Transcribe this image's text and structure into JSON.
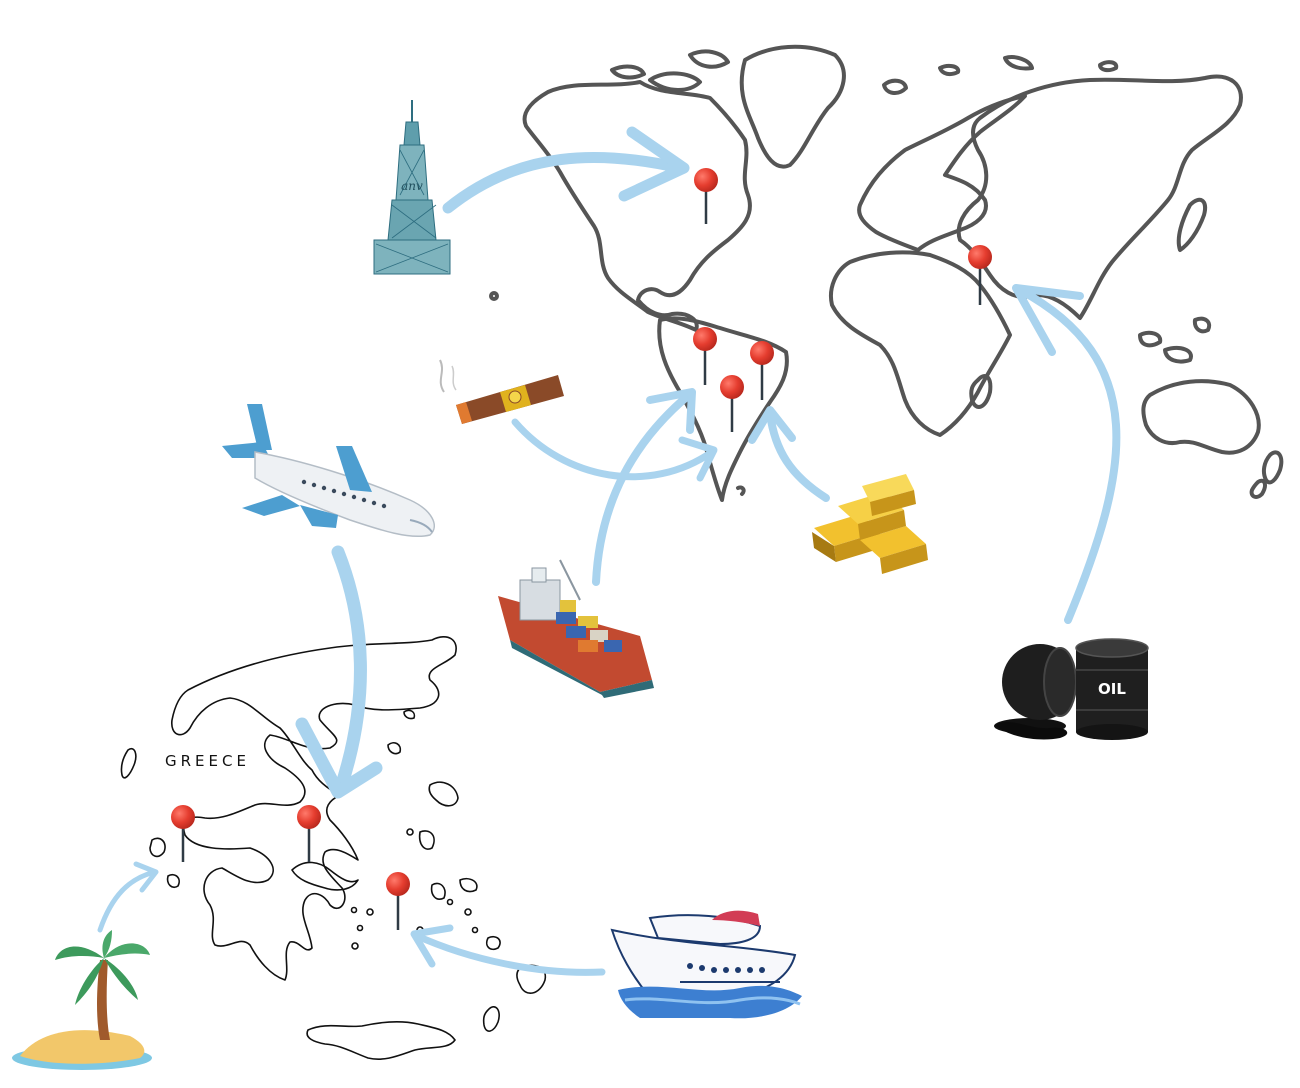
{
  "labels": {
    "greece": "GREECE",
    "oil": "OIL",
    "skyscraper_sign": "anv"
  },
  "colors": {
    "arrow": "#a9d3ee",
    "pin": "#e53d2f",
    "pin_stem": "#2f3b45",
    "world_outline": "#555555",
    "greece_outline": "#111111"
  },
  "icons": [
    "skyscraper-icon",
    "cigar-icon",
    "airplane-icon",
    "cargo-ship-icon",
    "gold-bars-icon",
    "oil-barrels-icon",
    "cruise-ship-icon",
    "palm-island-icon"
  ]
}
